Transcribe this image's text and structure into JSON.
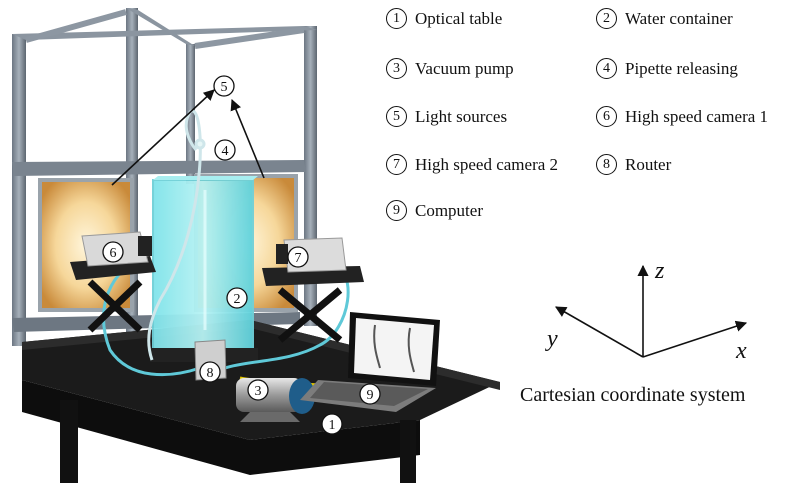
{
  "legend": [
    {
      "num": "1",
      "label": "Optical table"
    },
    {
      "num": "2",
      "label": "Water container"
    },
    {
      "num": "3",
      "label": "Vacuum pump"
    },
    {
      "num": "4",
      "label": "Pipette releasing"
    },
    {
      "num": "5",
      "label": "Light sources"
    },
    {
      "num": "6",
      "label": "High speed camera 1"
    },
    {
      "num": "7",
      "label": "High speed camera 2"
    },
    {
      "num": "8",
      "label": "Router"
    },
    {
      "num": "9",
      "label": "Computer"
    }
  ],
  "callouts": {
    "table": "1",
    "container": "2",
    "pump": "3",
    "pipette": "4",
    "lights": "5",
    "camera1": "6",
    "camera2": "7",
    "router": "8",
    "computer": "9"
  },
  "axes": {
    "x": "x",
    "y": "y",
    "z": "z"
  },
  "caption": "Cartesian coordinate system"
}
